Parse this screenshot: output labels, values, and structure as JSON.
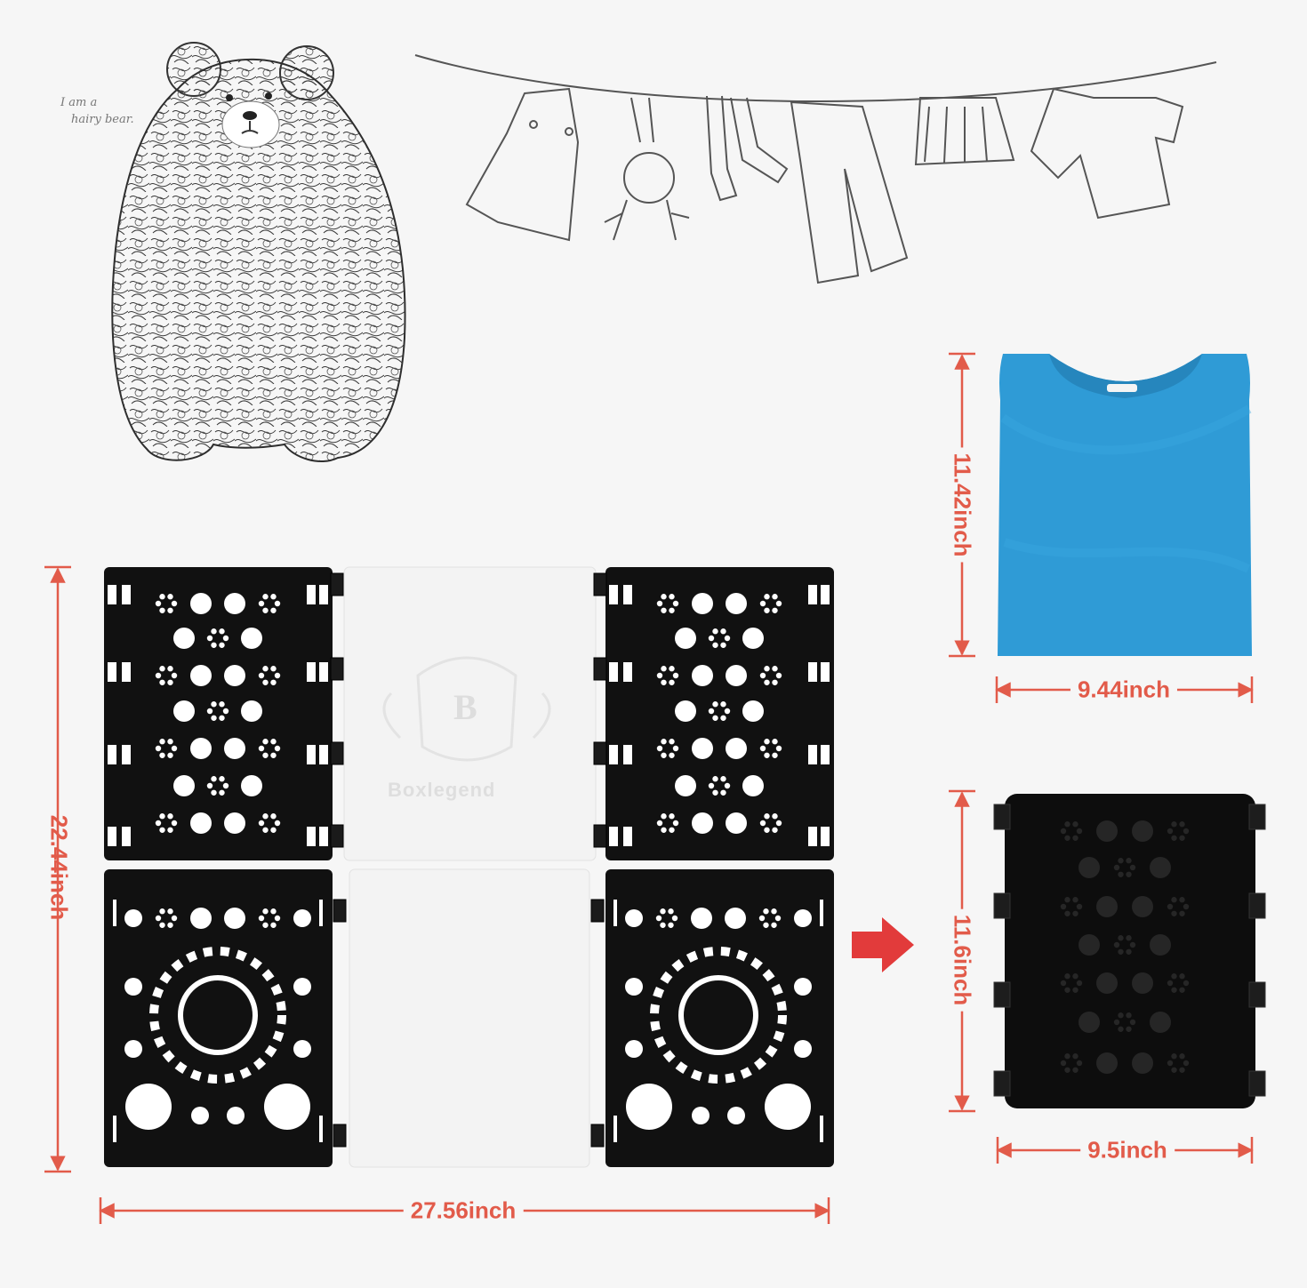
{
  "texts": {
    "bear_note_line1": "I am a",
    "bear_note_line2": "hairy bear.",
    "board_brand": "Boxlegend",
    "board_monogram": "B"
  },
  "dimensions": {
    "board_height": "22.44inch",
    "board_width": "27.56inch",
    "shirt_height": "11.42inch",
    "shirt_width": "9.44inch",
    "folded_height": "11.6inch",
    "folded_width": "9.5inch"
  },
  "colors": {
    "background": "#f6f6f6",
    "dimension_red": "#e25b4a",
    "board_black": "#111111",
    "board_white": "#f2f2f2",
    "shirt_blue": "#2f9bd6",
    "sketch_gray": "#555555"
  },
  "icons": [
    "bear-sketch",
    "clothesline-sketch",
    "folded-tshirt",
    "folding-board",
    "arrow-right-icon",
    "folded-board"
  ]
}
